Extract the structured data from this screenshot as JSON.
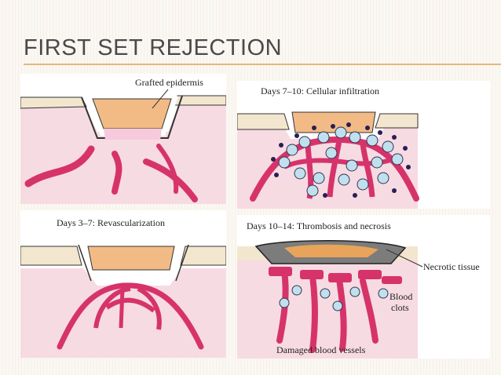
{
  "slide": {
    "title": "FIRST SET REJECTION"
  },
  "panels": [
    {
      "id": "p1",
      "label": "Grafted epidermis"
    },
    {
      "id": "p2",
      "label": "Days 7–10: Cellular infiltration"
    },
    {
      "id": "p3",
      "label": "Days 3–7: Revascularization"
    },
    {
      "id": "p4",
      "label": "Days 10–14: Thrombosis and necrosis",
      "annotations": {
        "necrotic": "Necrotic tissue",
        "blood": "Blood",
        "clots": "clots",
        "damaged": "Damaged blood vessels"
      }
    }
  ],
  "colors": {
    "skin_pink": "#f7dbe2",
    "epidermis": "#f2e6cf",
    "graft": "#f2bb85",
    "vessel": "#d6336b",
    "cell": "#bfe0ec",
    "necrotic": "#7c7c7c",
    "accent_rule": "#e6b87a"
  }
}
